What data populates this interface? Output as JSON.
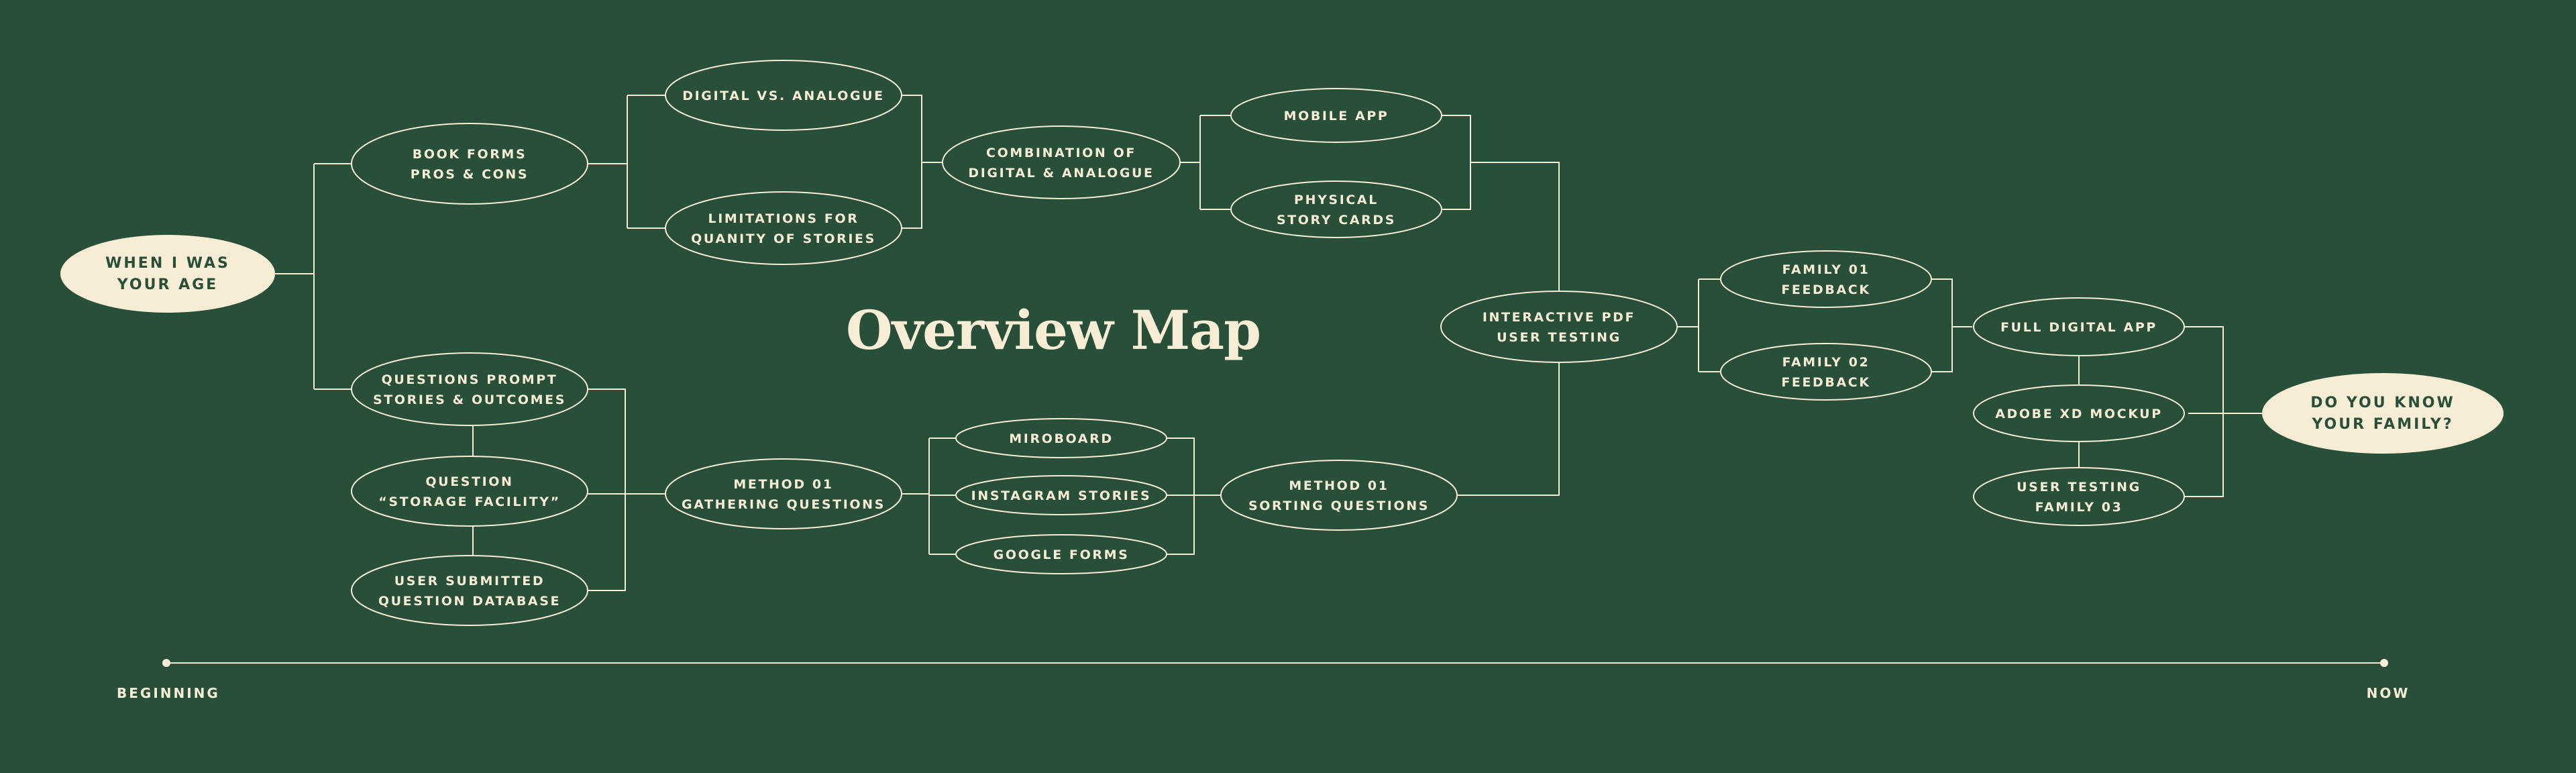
{
  "title": "Overview Map",
  "colors": {
    "background": "#284f39",
    "line": "#f6edd4",
    "fill": "#f6edd4"
  },
  "nodes": [
    {
      "id": "when-i-was",
      "lines": [
        "WHEN I WAS",
        "YOUR AGE"
      ],
      "filled": true
    },
    {
      "id": "book-forms",
      "lines": [
        "BOOK FORMS",
        "PROS & CONS"
      ]
    },
    {
      "id": "digital-vs-analogue",
      "lines": [
        "DIGITAL VS.  ANALOGUE"
      ]
    },
    {
      "id": "limitations",
      "lines": [
        "LIMITATIONS FOR",
        "QUANITY OF STORIES"
      ]
    },
    {
      "id": "combination",
      "lines": [
        "COMBINATION OF",
        "DIGITAL & ANALOGUE"
      ]
    },
    {
      "id": "mobile-app",
      "lines": [
        "MOBILE APP"
      ]
    },
    {
      "id": "physical-story-cards",
      "lines": [
        "PHYSICAL",
        "STORY CARDS"
      ]
    },
    {
      "id": "questions-prompt",
      "lines": [
        "QUESTIONS PROMPT",
        "STORIES & OUTCOMES"
      ]
    },
    {
      "id": "question-storage",
      "lines": [
        "QUESTION",
        "“STORAGE FACILITY”"
      ]
    },
    {
      "id": "user-submitted",
      "lines": [
        "USER SUBMITTED",
        "QUESTION DATABASE"
      ]
    },
    {
      "id": "method-gathering",
      "lines": [
        "METHOD 01",
        "GATHERING QUESTIONS"
      ]
    },
    {
      "id": "miroboard",
      "lines": [
        "MIROBOARD"
      ]
    },
    {
      "id": "instagram-stories",
      "lines": [
        "INSTAGRAM STORIES"
      ]
    },
    {
      "id": "google-forms",
      "lines": [
        "GOOGLE FORMS"
      ]
    },
    {
      "id": "method-sorting",
      "lines": [
        "METHOD 01",
        "SORTING QUESTIONS"
      ]
    },
    {
      "id": "interactive-pdf",
      "lines": [
        "INTERACTIVE PDF",
        "USER TESTING"
      ]
    },
    {
      "id": "family-01",
      "lines": [
        "FAMILY 01",
        "FEEDBACK"
      ]
    },
    {
      "id": "family-02",
      "lines": [
        "FAMILY 02",
        "FEEDBACK"
      ]
    },
    {
      "id": "full-digital-app",
      "lines": [
        "FULL DIGITAL APP"
      ]
    },
    {
      "id": "adobe-xd",
      "lines": [
        "ADOBE XD MOCKUP"
      ]
    },
    {
      "id": "user-testing-03",
      "lines": [
        "USER TESTING",
        "FAMILY 03"
      ]
    },
    {
      "id": "do-you-know",
      "lines": [
        "DO YOU KNOW",
        "YOUR FAMILY?"
      ],
      "filled": true
    }
  ],
  "timeline": {
    "start_label": "BEGINNING",
    "end_label": "NOW"
  }
}
